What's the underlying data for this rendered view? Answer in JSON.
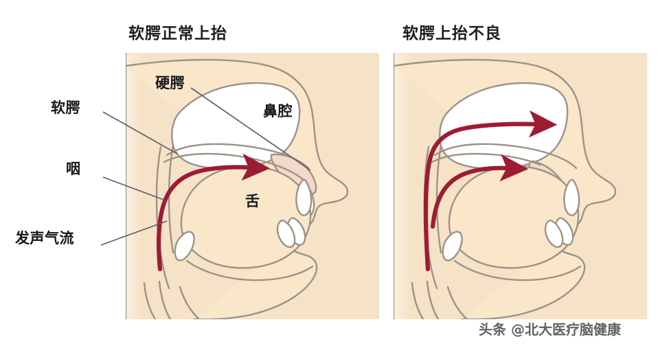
{
  "figure": {
    "type": "medical-anatomy-diagram",
    "subject": "Velopharyngeal closure during phonation — sagittal section of the head",
    "panel_count": 2,
    "watermark": "头条 @北大医疗脑健康"
  },
  "panels": [
    {
      "id": "normal",
      "title": "软腭正常上抬",
      "title_translation": "Normal elevation of the soft palate",
      "description": "Soft palate elevates and seals the nasopharynx; the voiced airstream travels up the pharynx and forward through the oral cavity only.",
      "airflow_paths": [
        "oral"
      ],
      "arrow_count": 1
    },
    {
      "id": "impaired",
      "title": "软腭上抬不良",
      "title_translation": "Poor elevation of the soft palate",
      "description": "Soft palate fails to seal the nasopharynx; the airstream splits, escaping into both the nasal cavity and the oral cavity.",
      "airflow_paths": [
        "nasal",
        "oral"
      ],
      "arrow_count": 2
    }
  ],
  "callout_labels": [
    {
      "id": "soft-palate",
      "text": "软腭",
      "translation": "soft palate",
      "side": "left"
    },
    {
      "id": "pharynx",
      "text": "咽",
      "translation": "pharynx",
      "side": "left"
    },
    {
      "id": "airflow",
      "text": "发声气流",
      "translation": "phonatory airflow",
      "side": "left"
    }
  ],
  "inner_labels": [
    {
      "id": "hard-palate",
      "text": "硬腭",
      "translation": "hard palate"
    },
    {
      "id": "nasal-cavity",
      "text": "鼻腔",
      "translation": "nasal cavity"
    },
    {
      "id": "tongue",
      "text": "舌",
      "translation": "tongue"
    }
  ],
  "colors": {
    "page_background": "#ffffff",
    "panel_background": "#f6e2c6",
    "tissue_fill": "#fae6c9",
    "cavity_fill": "#ffffff",
    "soft_palate_fill": "#f4d9cb",
    "outline": "#9b9288",
    "arrow": "#9e1b34",
    "leader_line": "#5d5d66",
    "text": "#16161b",
    "watermark": "#4c4c52"
  }
}
